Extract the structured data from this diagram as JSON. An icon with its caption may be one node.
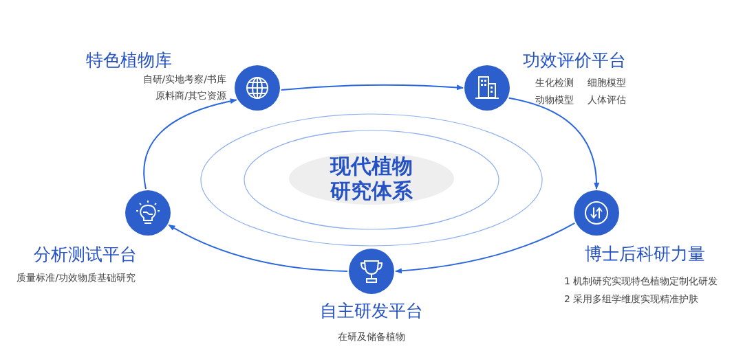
{
  "diagram": {
    "nodes": [
      {
        "text": [
          "现代植物研究体系"
        ]
      },
      {
        "text": [
          "特色植物库",
          "自研/实地考察/书库",
          "原料商/其它资源"
        ]
      },
      {
        "text": [
          "功效评价平台",
          "生化检测",
          "细胞模型",
          "动物模型",
          "人体评估"
        ]
      },
      {
        "text": [
          "分析测试平台",
          "质量标准/功效物质基础研究"
        ]
      },
      {
        "text": [
          "博士后科研力量",
          "1 机制研究实现特色植物定制化研发",
          "2 采用多组学维度实现精准护肤"
        ]
      },
      {
        "text": [
          "自主研发平台",
          "在研及储备植物"
        ]
      }
    ],
    "edges": [
      {
        "from": 1,
        "to": 2,
        "arrow": "to"
      },
      {
        "from": 2,
        "to": 4,
        "arrow": "to"
      },
      {
        "from": 4,
        "to": 5,
        "arrow": "to"
      },
      {
        "from": 5,
        "to": 3,
        "arrow": "to"
      },
      {
        "from": 3,
        "to": 1,
        "arrow": "to"
      }
    ]
  }
}
